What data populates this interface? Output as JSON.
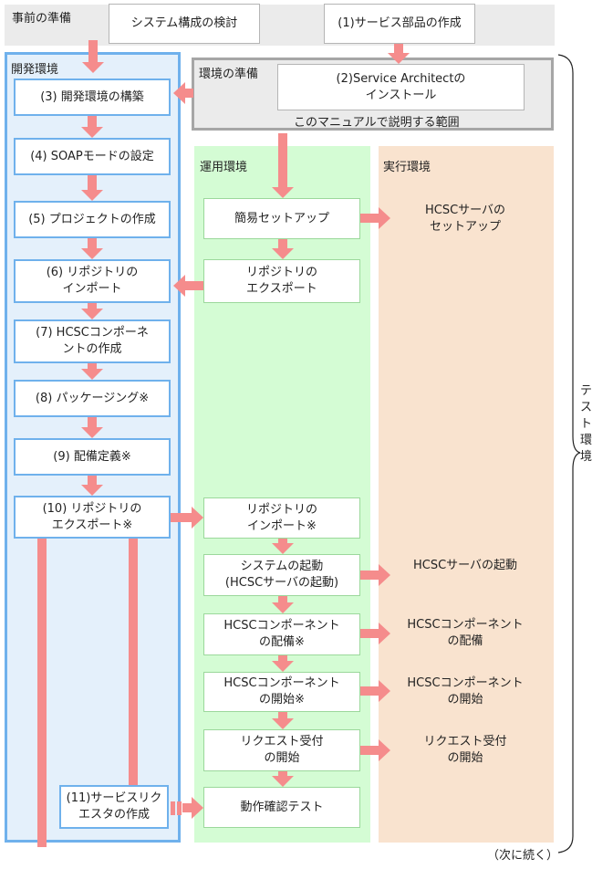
{
  "colors": {
    "arrow": "#f58c8c",
    "dev_bg": "#e4f0fb",
    "dev_border": "#6fb1ec",
    "ops_bg": "#d4fcd4",
    "exec_bg": "#f9e3cf",
    "prep_bg": "#ebebeb"
  },
  "sections": {
    "prep": "事前の準備",
    "dev": "開発環境",
    "env_prep": "環境の準備",
    "ops": "運用環境",
    "exec": "実行環境",
    "scope": "このマニュアルで説明する範囲",
    "test_env": "テスト環境",
    "continued": "（次に続く）"
  },
  "prep_boxes": {
    "system": "システム構成の検討",
    "service_parts": "(1)サービス部品の作成",
    "install": "(2)Service Architectの\nインストール"
  },
  "dev_steps": [
    "(3) 開発環境の構築",
    "(4) SOAPモードの設定",
    "(5) プロジェクトの作成",
    "(6) リポジトリの\nインポート",
    "(7) HCSCコンポーネ\nントの作成",
    "(8) パッケージング※",
    "(9) 配備定義※",
    "(10) リポジトリの\nエクスポート※",
    "(11)サービスリク\nエスタの作成"
  ],
  "ops_steps": [
    "簡易セットアップ",
    "リポジトリの\nエクスポート",
    "リポジトリの\nインポート※",
    "システムの起動\n(HCSCサーバの起動)",
    "HCSCコンポーネント\nの配備※",
    "HCSCコンポーネント\nの開始※",
    "リクエスト受付\nの開始",
    "動作確認テスト"
  ],
  "exec_steps": [
    "HCSCサーバの\nセットアップ",
    "HCSCサーバの起動",
    "HCSCコンポーネント\nの配備",
    "HCSCコンポーネント\nの開始",
    "リクエスト受付\nの開始"
  ]
}
